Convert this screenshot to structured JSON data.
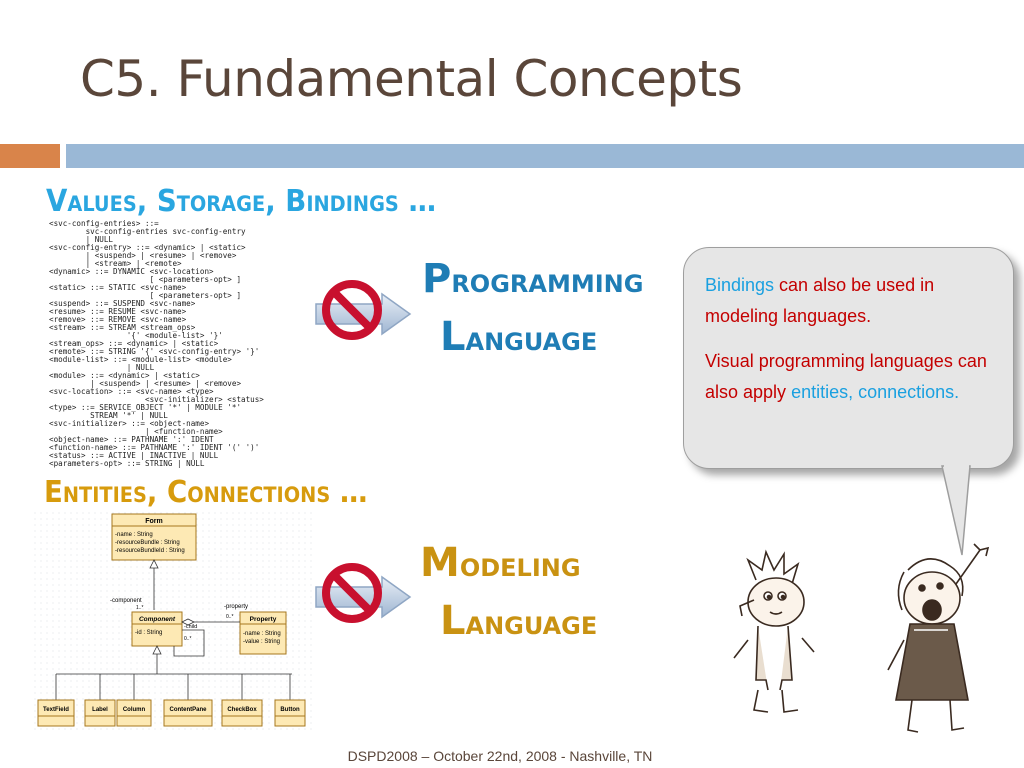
{
  "slide": {
    "title": "C5. Fundamental Concepts",
    "heading_values": "Values, Storage, Bindings …",
    "heading_entities": "Entities, Connections …",
    "footer": "DSPD2008 – October 22nd, 2008 - Nashville, TN"
  },
  "code_sample": "<svc-config-entries> ::=\n        svc-config-entries svc-config-entry\n        | NULL\n<svc-config-entry> ::= <dynamic> | <static>\n        | <suspend> | <resume> | <remove>\n        | <stream> | <remote>\n<dynamic> ::= DYNAMIC <svc-location>\n                      [ <parameters-opt> ]\n<static> ::= STATIC <svc-name>\n                      [ <parameters-opt> ]\n<suspend> ::= SUSPEND <svc-name>\n<resume> ::= RESUME <svc-name>\n<remove> ::= REMOVE <svc-name>\n<stream> ::= STREAM <stream_ops>\n                 '{' <module-list> '}'\n<stream_ops> ::= <dynamic> | <static>\n<remote> ::= STRING '{' <svc-config-entry> '}'\n<module-list> ::= <module-list> <module>\n                 | NULL\n<module> ::= <dynamic> | <static>\n         | <suspend> | <resume> | <remove>\n<svc-location> ::= <svc-name> <type>\n                     <svc-initializer> <status>\n<type> ::= SERVICE_OBJECT '*' | MODULE '*'\n         STREAM '*' | NULL\n<svc-initializer> ::= <object-name>\n                     | <function-name>\n<object-name> ::= PATHNAME ':' IDENT\n<function-name> ::= PATHNAME ':' IDENT '(' ')'\n<status> ::= ACTIVE | INACTIVE | NULL\n<parameters-opt> ::= STRING | NULL",
  "labels": {
    "programming_1": "Programming",
    "programming_2": "Language",
    "modeling_1": "Modeling",
    "modeling_2": "Language"
  },
  "bubble": {
    "p1_highlight": "Bindings",
    "p1_rest": " can also be used in modeling languages.",
    "p2_text": "Visual programming languages can also apply ",
    "p2_highlight": "entities, connections."
  },
  "uml": {
    "form_title": "Form",
    "form_attrs": [
      "-name : String",
      "-resourceBundle : String",
      "-resourceBundleId : String"
    ],
    "component_title": "Component",
    "component_attrs": [
      "-id : String"
    ],
    "property_title": "Property",
    "property_attrs": [
      "-name : String",
      "-value : String"
    ],
    "assoc_component": "-component",
    "assoc_component_mult": "1..*",
    "assoc_property": "-property",
    "assoc_property_mult": "0..*",
    "assoc_child": "-child",
    "assoc_child_mult": "0..*",
    "subclasses": [
      "TextField",
      "Label",
      "Column",
      "ContentPane",
      "CheckBox",
      "Button"
    ]
  },
  "colors": {
    "title": "#5a463a",
    "accent_orange": "#d9844a",
    "accent_blue": "#9ab8d6",
    "heading_blue": "#2aa6e0",
    "heading_gold": "#d79b0d",
    "bubble_text": "#c40000"
  },
  "icons": [
    "no-entry-icon",
    "arrow-right-icon"
  ]
}
